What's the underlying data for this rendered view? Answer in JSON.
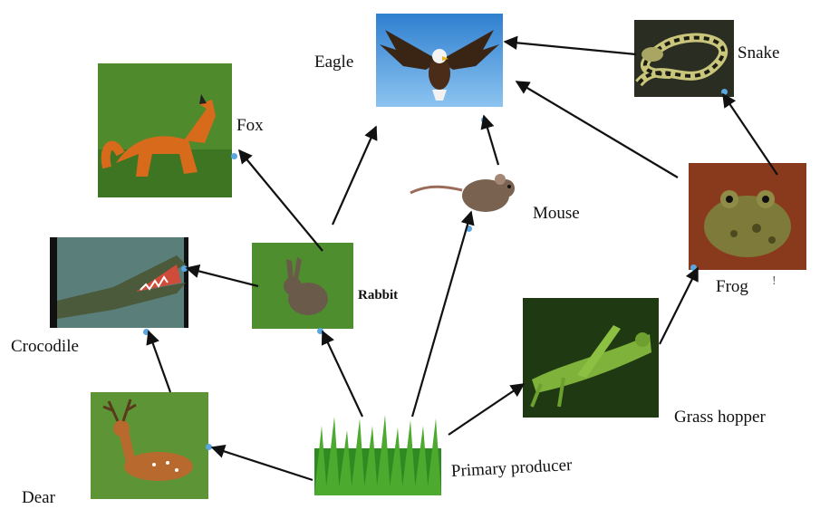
{
  "labels": {
    "eagle": "Eagle",
    "snake": "Snake",
    "fox": "Fox",
    "mouse": "Mouse",
    "frog": "Frog",
    "rabbit": "Rabbit",
    "crocodile": "Crocodile",
    "grasshopper": "Grass hopper",
    "deer": "Dear",
    "producer": "Primary producer",
    "frog_mark": "!"
  },
  "icons": {
    "eagle": "eagle-icon",
    "snake": "snake-icon",
    "fox": "fox-icon",
    "mouse": "mouse-icon",
    "frog": "frog-icon",
    "rabbit": "rabbit-icon",
    "crocodile": "crocodile-icon",
    "grasshopper": "grasshopper-icon",
    "deer": "deer-icon",
    "grass": "grass-icon"
  },
  "edges": [
    {
      "from": "grass",
      "to": "deer"
    },
    {
      "from": "grass",
      "to": "rabbit"
    },
    {
      "from": "grass",
      "to": "mouse"
    },
    {
      "from": "grass",
      "to": "grasshopper"
    },
    {
      "from": "deer",
      "to": "crocodile"
    },
    {
      "from": "rabbit",
      "to": "crocodile"
    },
    {
      "from": "rabbit",
      "to": "fox"
    },
    {
      "from": "rabbit",
      "to": "eagle"
    },
    {
      "from": "mouse",
      "to": "eagle"
    },
    {
      "from": "grasshopper",
      "to": "frog"
    },
    {
      "from": "frog",
      "to": "eagle"
    },
    {
      "from": "frog",
      "to": "snake"
    },
    {
      "from": "snake",
      "to": "eagle"
    }
  ],
  "colors": {
    "arrow": "#111111",
    "accent_dot": "#5aa7e0"
  }
}
